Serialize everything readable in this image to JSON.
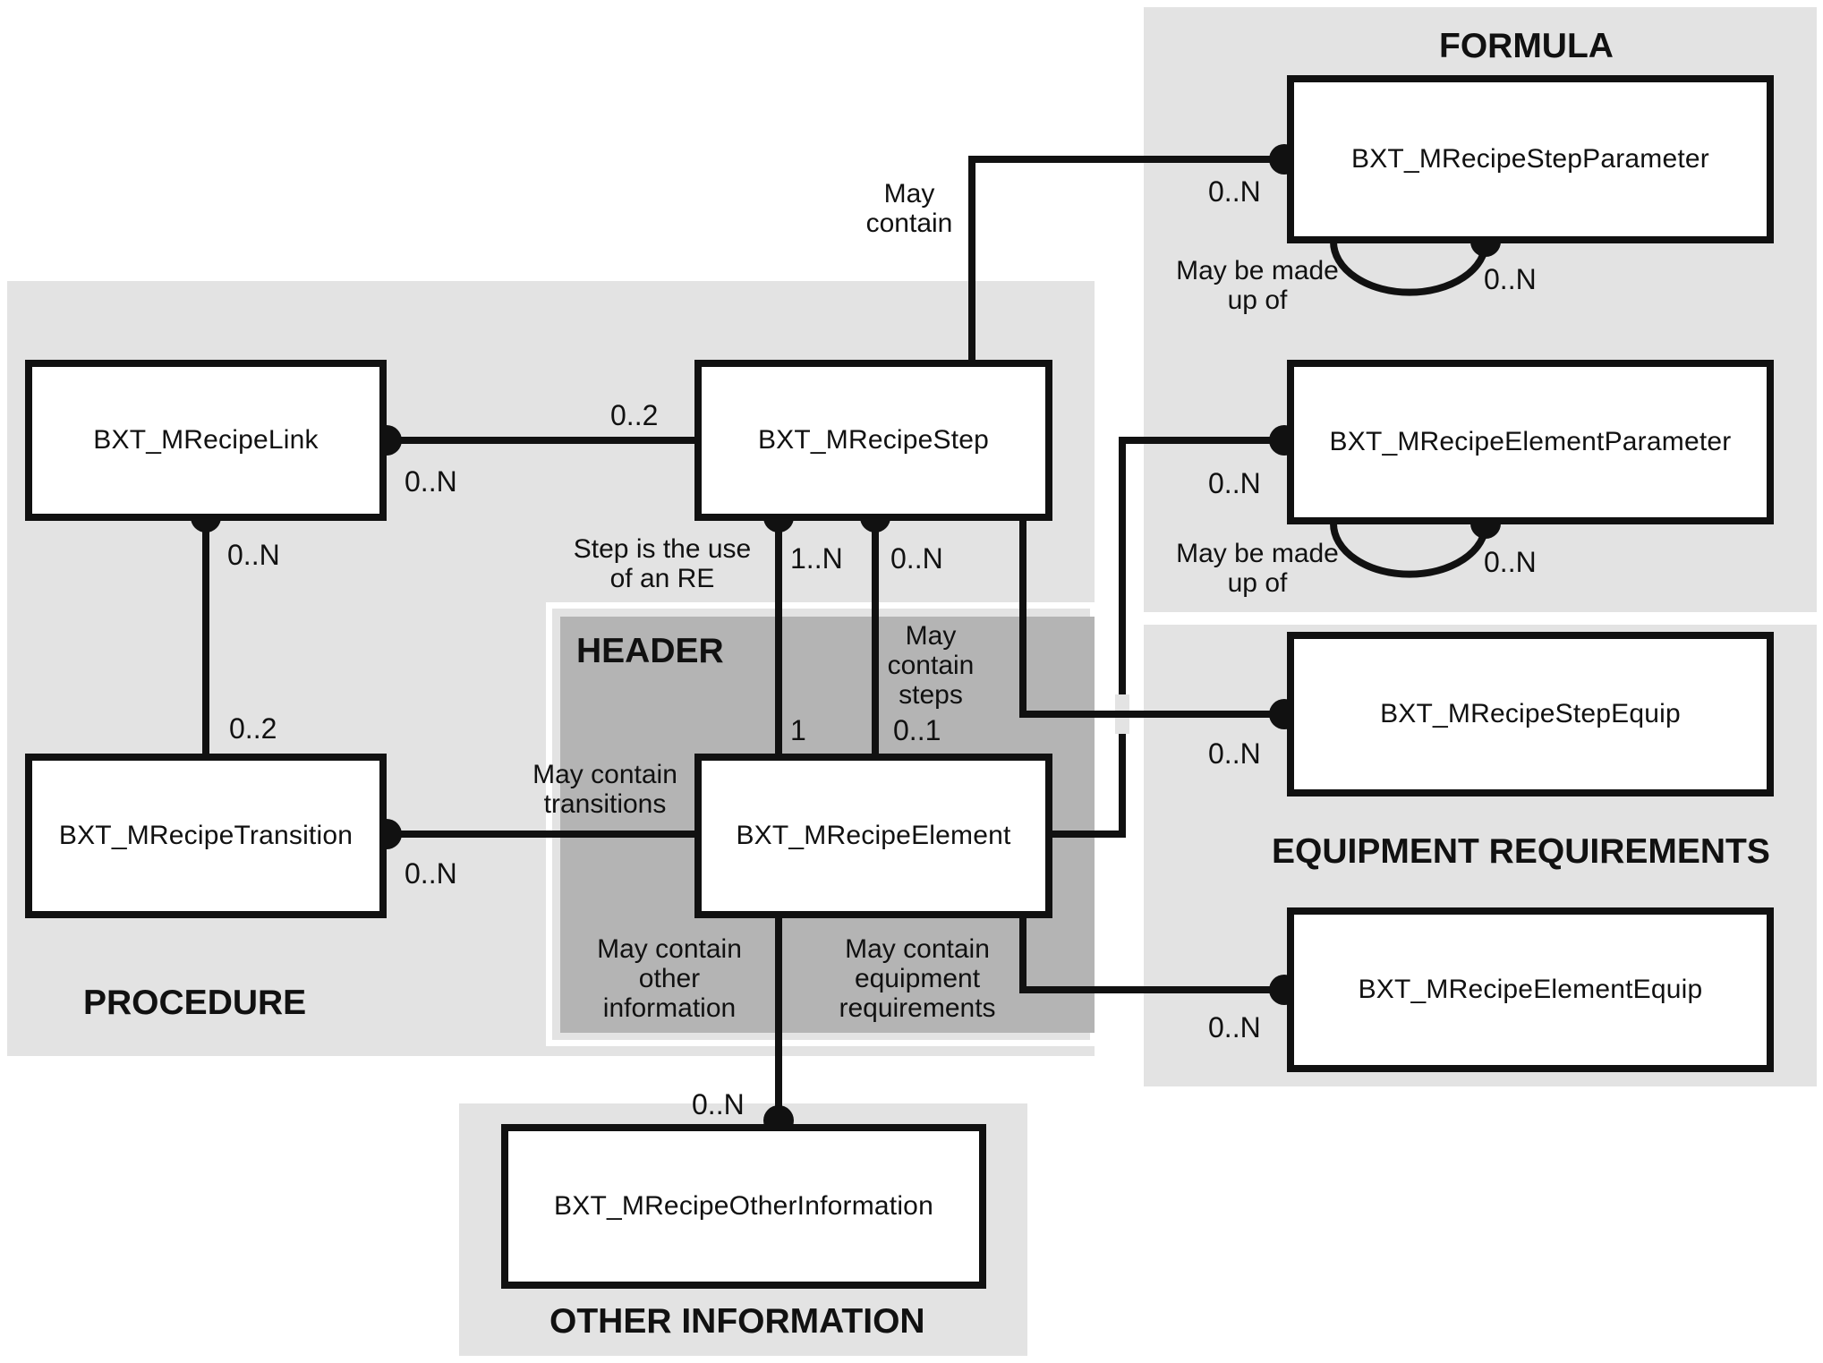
{
  "groups": {
    "formula": "FORMULA",
    "procedure": "PROCEDURE",
    "header": "HEADER",
    "equipment": "EQUIPMENT REQUIREMENTS",
    "other": "OTHER INFORMATION"
  },
  "entities": {
    "step_parameter": "BXT_MRecipeStepParameter",
    "element_parameter": "BXT_MRecipeElementParameter",
    "link": "BXT_MRecipeLink",
    "step": "BXT_MRecipeStep",
    "transition": "BXT_MRecipeTransition",
    "element": "BXT_MRecipeElement",
    "step_equip": "BXT_MRecipeStepEquip",
    "element_equip": "BXT_MRecipeElementEquip",
    "other_information": "BXT_MRecipeOtherInformation"
  },
  "relations": {
    "step_contains_parameter": {
      "label_1": "May",
      "label_2": "contain",
      "card_target": "0..N"
    },
    "step_parameter_self": {
      "label_1": "May be made",
      "label_2": "up of",
      "card": "0..N"
    },
    "element_parameter_self": {
      "label_1": "May be made",
      "label_2": "up of",
      "card": "0..N"
    },
    "element_has_parameter": {
      "card_target": "0..N"
    },
    "link_step": {
      "card_step": "0..2",
      "card_link": "0..N"
    },
    "link_transition": {
      "card_link": "0..N",
      "card_transition": "0..2"
    },
    "step_use_of_re": {
      "label_1": "Step is the use",
      "label_2": "of an RE",
      "card_step": "1..N",
      "card_element": "1"
    },
    "element_contains_steps": {
      "label_1": "May",
      "label_2": "contain",
      "label_3": "steps",
      "card_step": "0..N",
      "card_element": "0..1"
    },
    "element_contains_transitions": {
      "label_1": "May contain",
      "label_2": "transitions",
      "card_transition": "0..N"
    },
    "step_equip": {
      "card_target": "0..N"
    },
    "element_other_info": {
      "label_1": "May contain",
      "label_2": "other",
      "label_3": "information",
      "card_target": "0..N"
    },
    "element_equip": {
      "label_1": "May contain",
      "label_2": "equipment",
      "label_3": "requirements",
      "card_target": "0..N"
    }
  }
}
